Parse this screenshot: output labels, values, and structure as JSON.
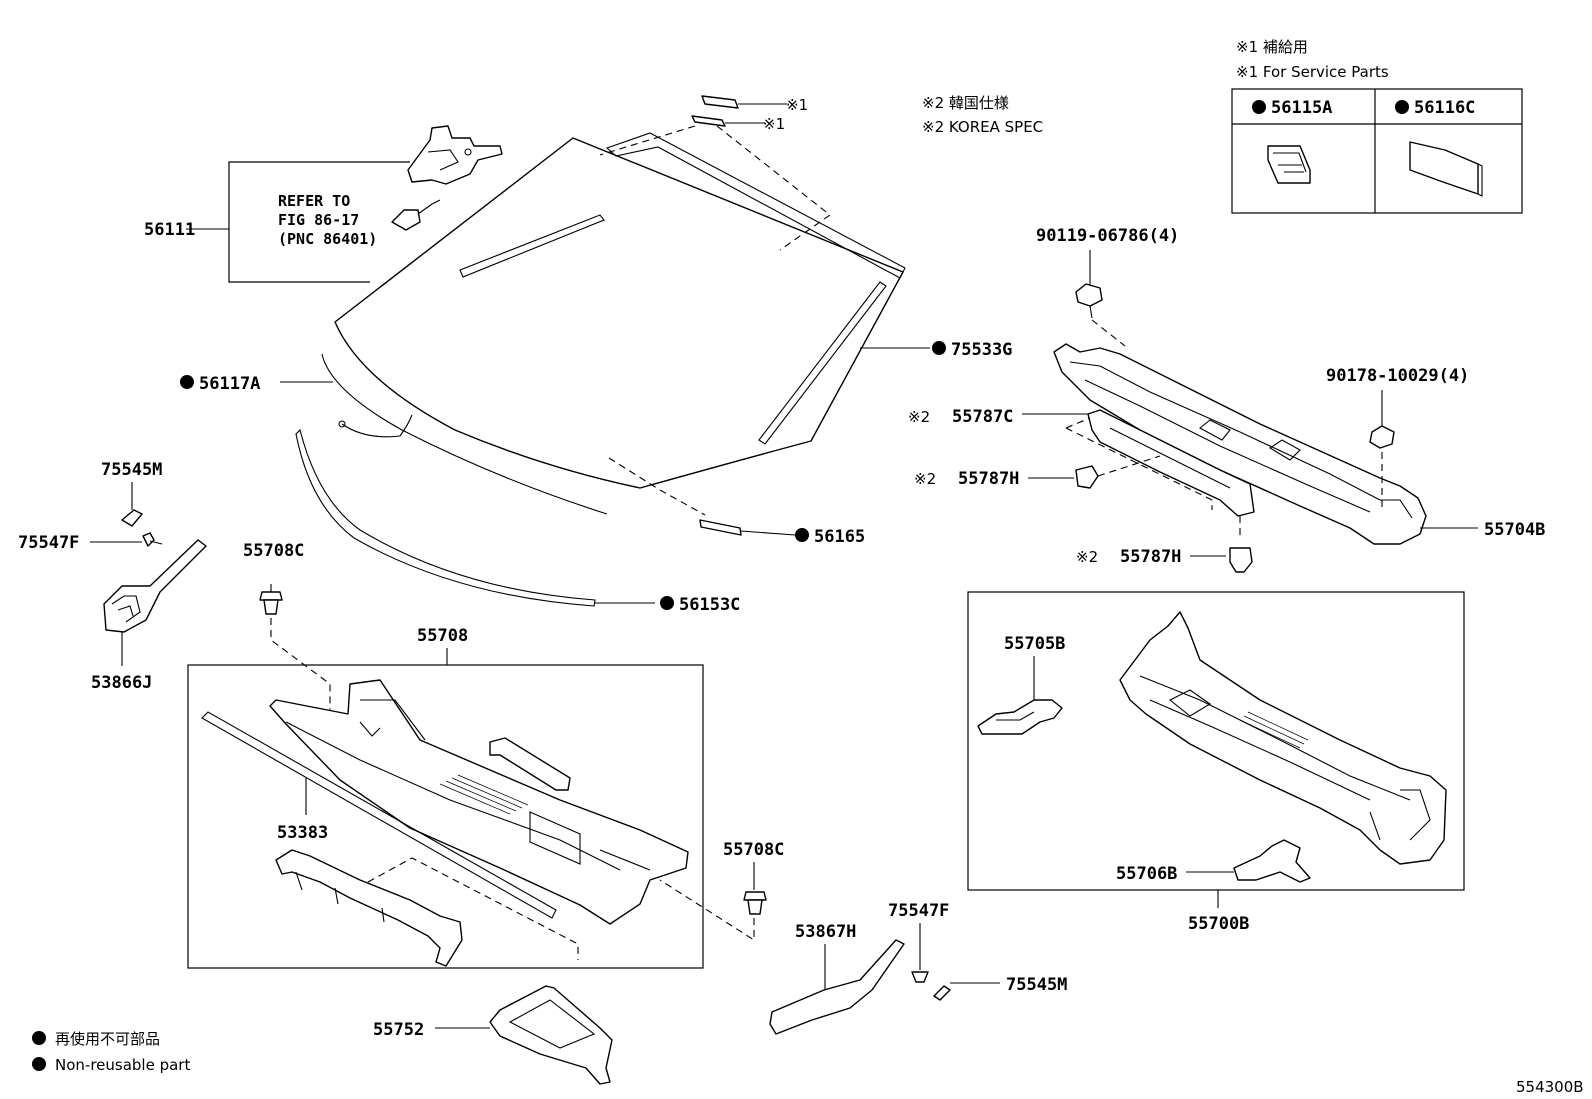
{
  "notes": {
    "service_jp": "※1 補給用",
    "service_en": "※1 For Service Parts",
    "korea_jp": "※2 韓国仕様",
    "korea_en": "※2 KOREA SPEC",
    "nonreusable_jp": "再使用不可部品",
    "nonreusable_en": "Non-reusable part",
    "mark1": "※1",
    "mark2": "※2",
    "figure_id": "554300B"
  },
  "refer": {
    "line1": "REFER TO",
    "line2": "FIG 86-17",
    "line3": "(PNC 86401)"
  },
  "service_table": {
    "col1": "56115A",
    "col2": "56116C"
  },
  "parts": {
    "p56111": "56111",
    "p56117A": "56117A",
    "p75533G": "75533G",
    "p56165": "56165",
    "p56153C": "56153C",
    "p75545M_top": "75545M",
    "p75547F_left": "75547F",
    "p53866J": "53866J",
    "p55708C_left": "55708C",
    "p55708": "55708",
    "p53383": "53383",
    "p55708C_right": "55708C",
    "p53867H": "53867H",
    "p75547F_right": "75547F",
    "p75545M_right": "75545M",
    "p55752": "55752",
    "p90119": "90119-06786(4)",
    "p90178": "90178-10029(4)",
    "p55787C": "55787C",
    "p55787H_a": "55787H",
    "p55787H_b": "55787H",
    "p55704B": "55704B",
    "p55705B": "55705B",
    "p55706B": "55706B",
    "p55700B": "55700B"
  }
}
